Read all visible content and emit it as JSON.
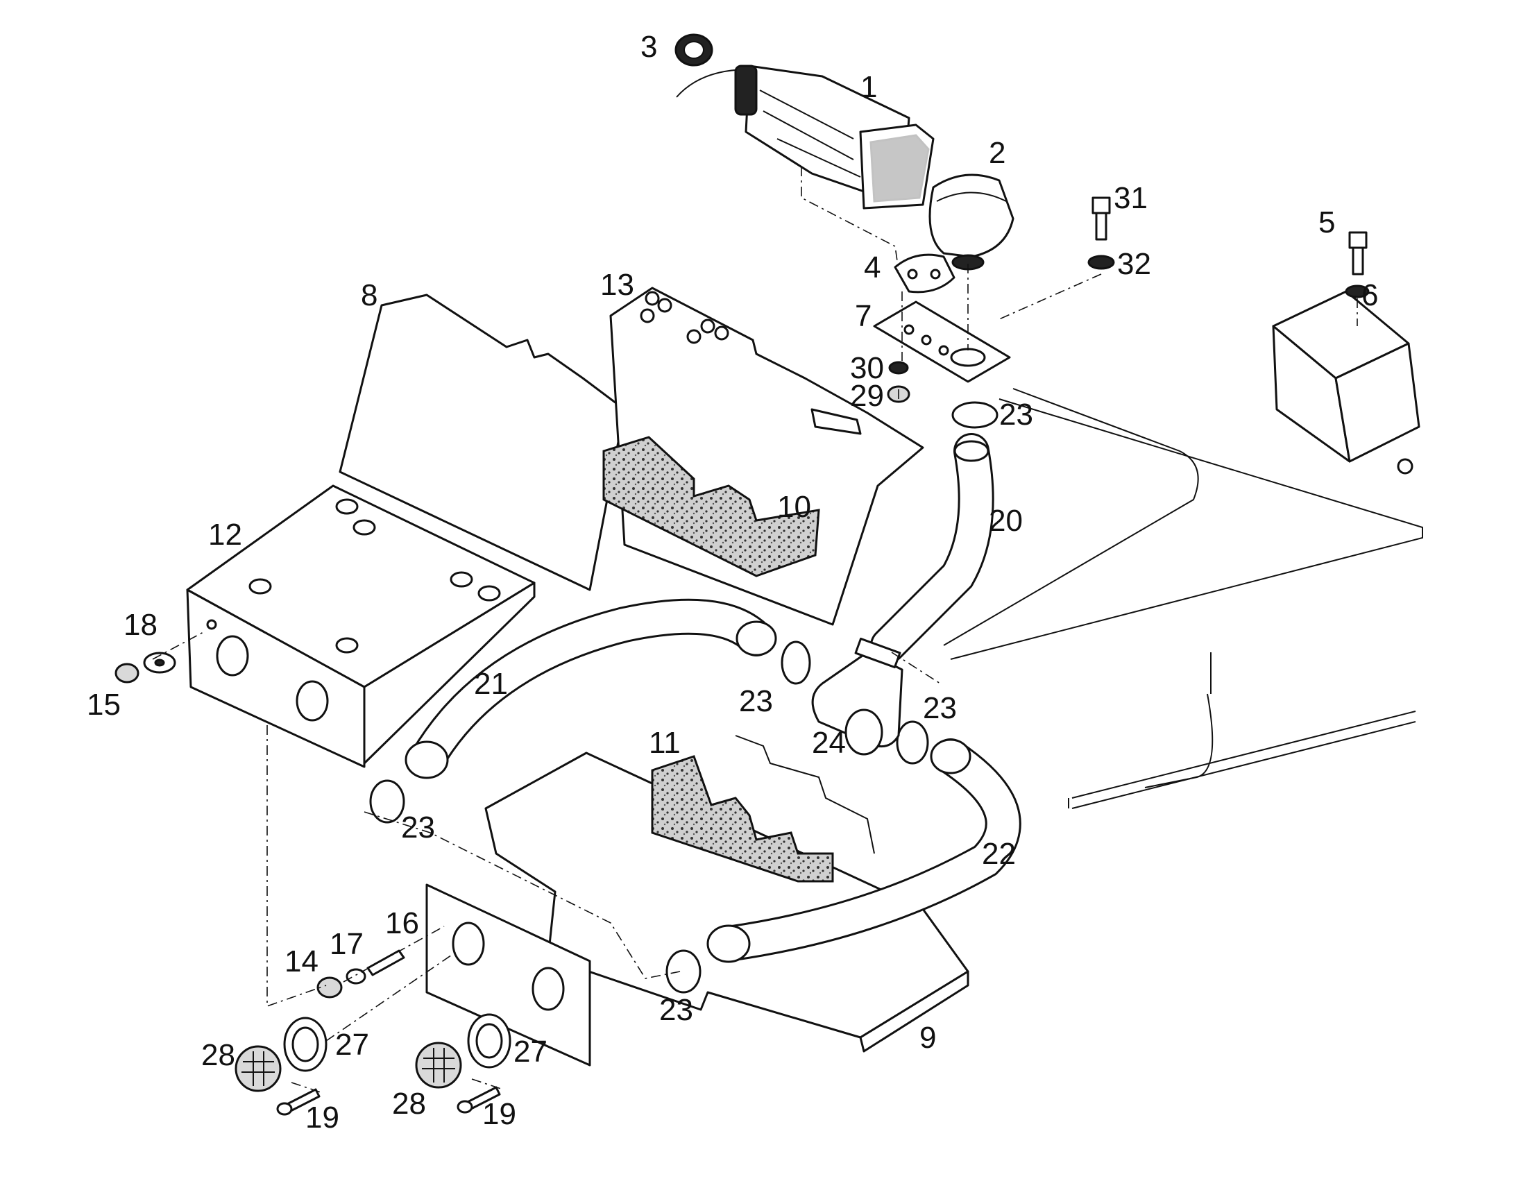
{
  "callouts": {
    "c1": "1",
    "c2": "2",
    "c3": "3",
    "c4": "4",
    "c5": "5",
    "c6": "6",
    "c7": "7",
    "c8": "8",
    "c9": "9",
    "c10": "10",
    "c11": "11",
    "c12": "12",
    "c13": "13",
    "c14": "14",
    "c15": "15",
    "c16": "16",
    "c17": "17",
    "c18": "18",
    "c19a": "19",
    "c19b": "19",
    "c20": "20",
    "c21": "21",
    "c22": "22",
    "c23a": "23",
    "c23b": "23",
    "c23c": "23",
    "c23d": "23",
    "c23e": "23",
    "c24": "24",
    "c27a": "27",
    "c27b": "27",
    "c28a": "28",
    "c28b": "28",
    "c29": "29",
    "c30": "30",
    "c31": "31",
    "c32": "32"
  },
  "colors": {
    "ink": "#111111",
    "paper": "#ffffff",
    "foam": "#444444"
  }
}
